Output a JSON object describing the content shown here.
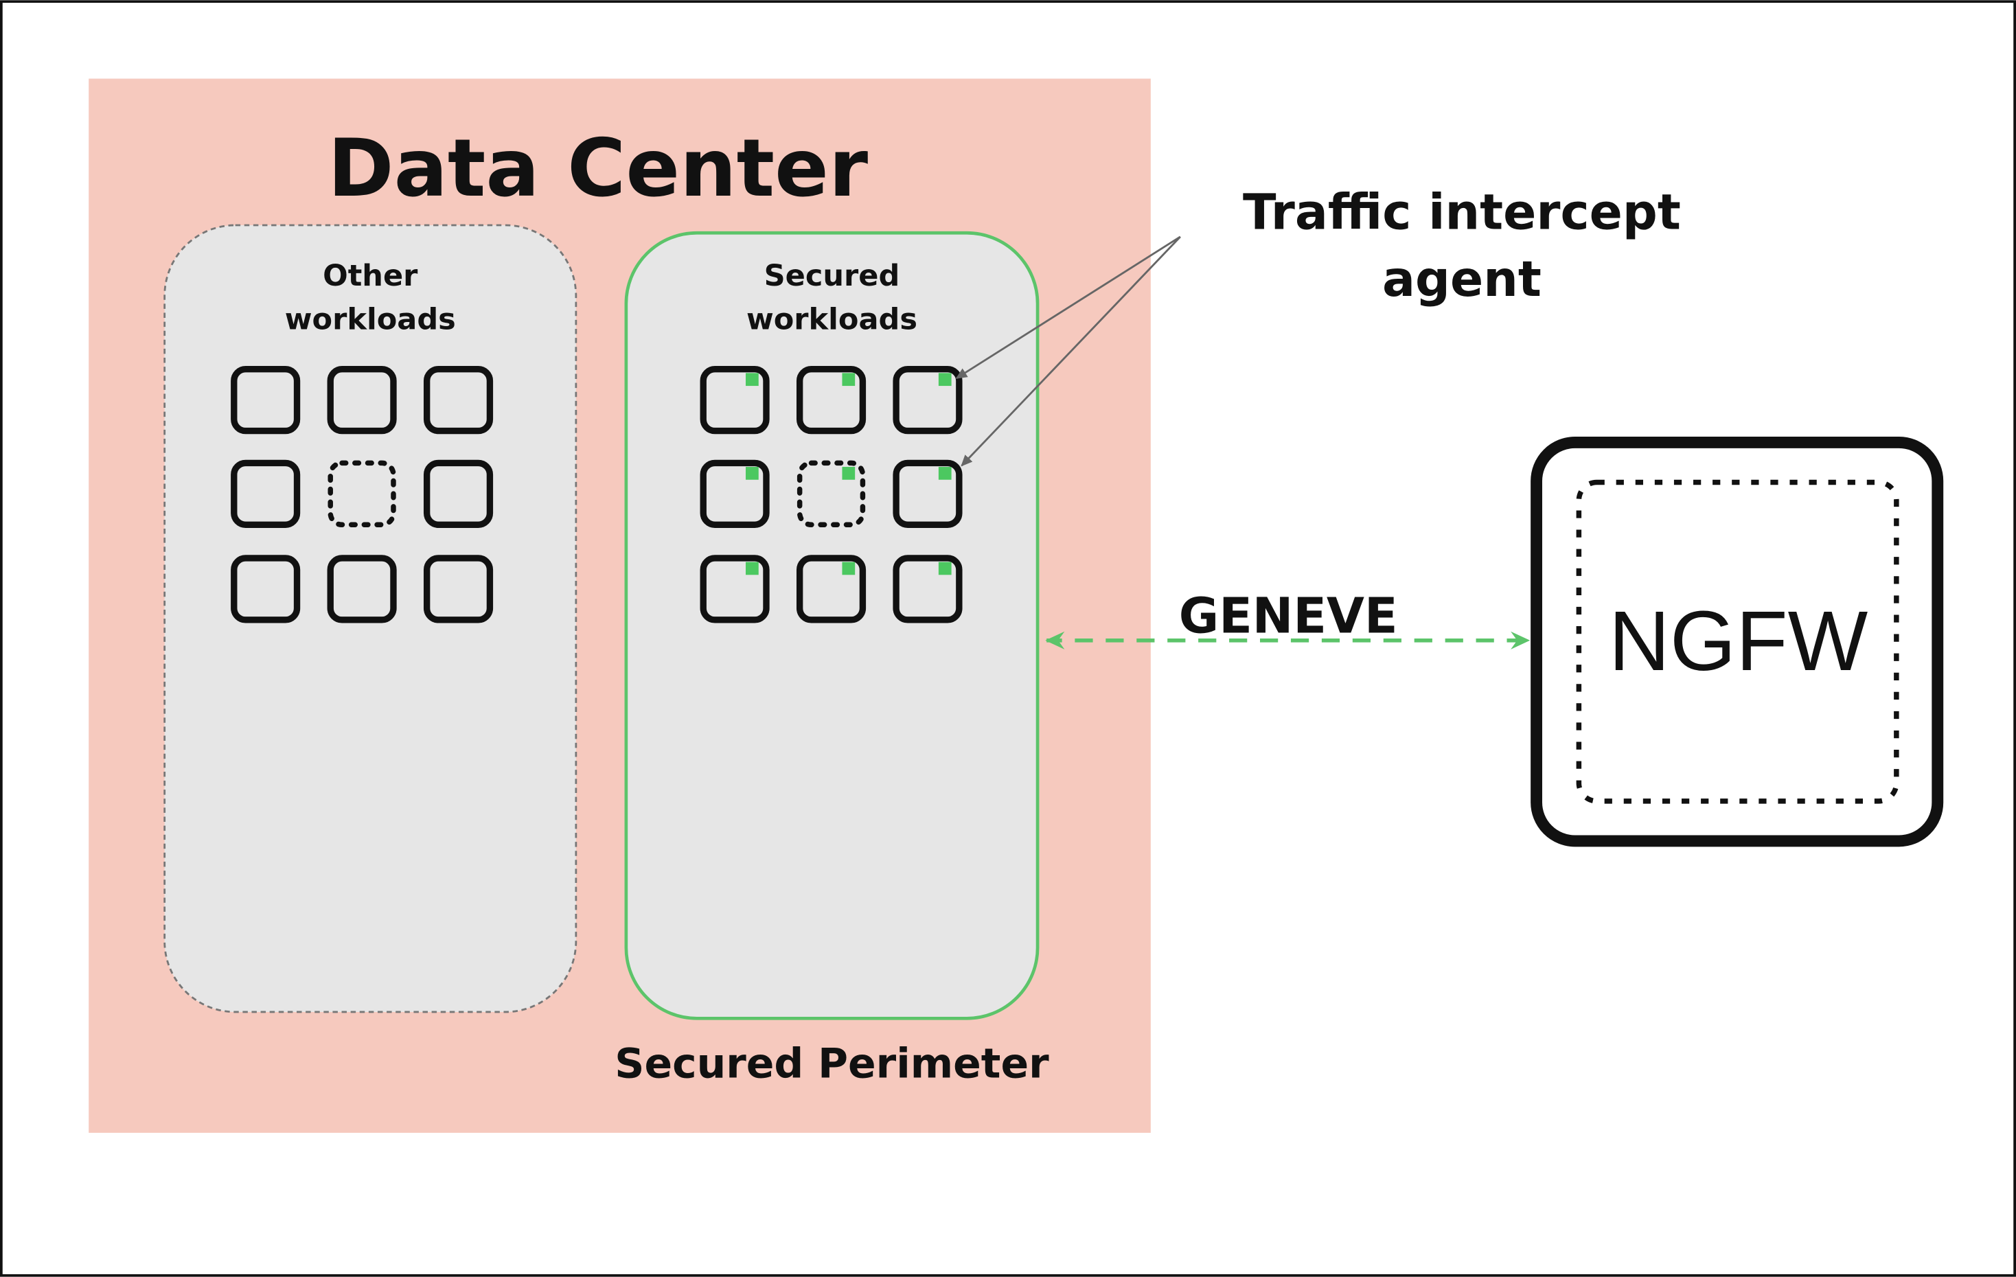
{
  "diagram": {
    "title": "Data Center",
    "other_zone": {
      "line1": "Other",
      "line2": "workloads",
      "workload_count": 9,
      "inactive_index": 4
    },
    "secured_zone": {
      "line1": "Secured",
      "line2": "workloads",
      "workload_count": 9,
      "inactive_index": 4
    },
    "perimeter_label": "Secured Perimeter",
    "agent_label": {
      "line1": "Traffic intercept",
      "line2": "agent"
    },
    "tunnel_label": "GENEVE",
    "firewall_label": "NGFW",
    "colors": {
      "datacenter_bg": "#f6c9be",
      "zone_bg": "#e6e6e6",
      "secured_border": "#5cc46a",
      "agent_marker": "#4cc860",
      "tunnel_line": "#5cc46a"
    }
  }
}
